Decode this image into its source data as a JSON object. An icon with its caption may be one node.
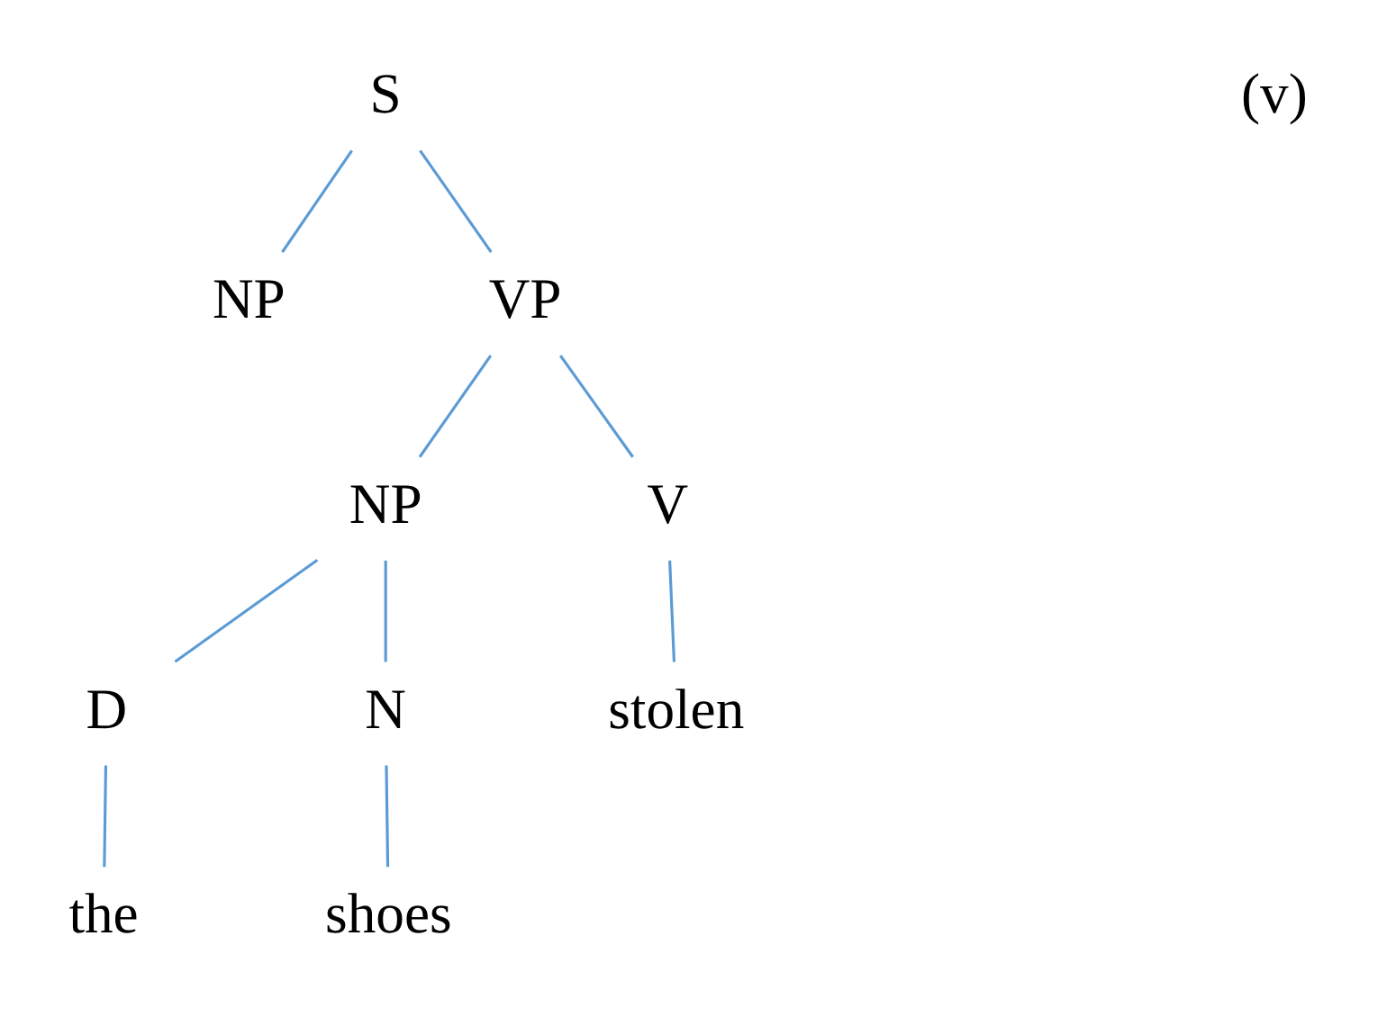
{
  "diagram": {
    "nodes": [
      {
        "text": [
          "S"
        ]
      },
      {
        "text": [
          "NP"
        ]
      },
      {
        "text": [
          "VP"
        ]
      },
      {
        "text": [
          "NP"
        ]
      },
      {
        "text": [
          "V"
        ]
      },
      {
        "text": [
          "D"
        ]
      },
      {
        "text": [
          "N"
        ]
      },
      {
        "text": [
          "stolen"
        ]
      },
      {
        "text": [
          "the"
        ]
      },
      {
        "text": [
          "shoes"
        ]
      }
    ],
    "edges": [
      {
        "from": 0,
        "to": 1,
        "arrow": "none"
      },
      {
        "from": 0,
        "to": 2,
        "arrow": "none"
      },
      {
        "from": 2,
        "to": 3,
        "arrow": "none"
      },
      {
        "from": 2,
        "to": 4,
        "arrow": "none"
      },
      {
        "from": 3,
        "to": 5,
        "arrow": "none"
      },
      {
        "from": 3,
        "to": 6,
        "arrow": "none"
      },
      {
        "from": 4,
        "to": 7,
        "arrow": "none"
      },
      {
        "from": 5,
        "to": 8,
        "arrow": "none"
      },
      {
        "from": 6,
        "to": 9,
        "arrow": "none"
      }
    ],
    "labels": [
      "(v)"
    ]
  }
}
